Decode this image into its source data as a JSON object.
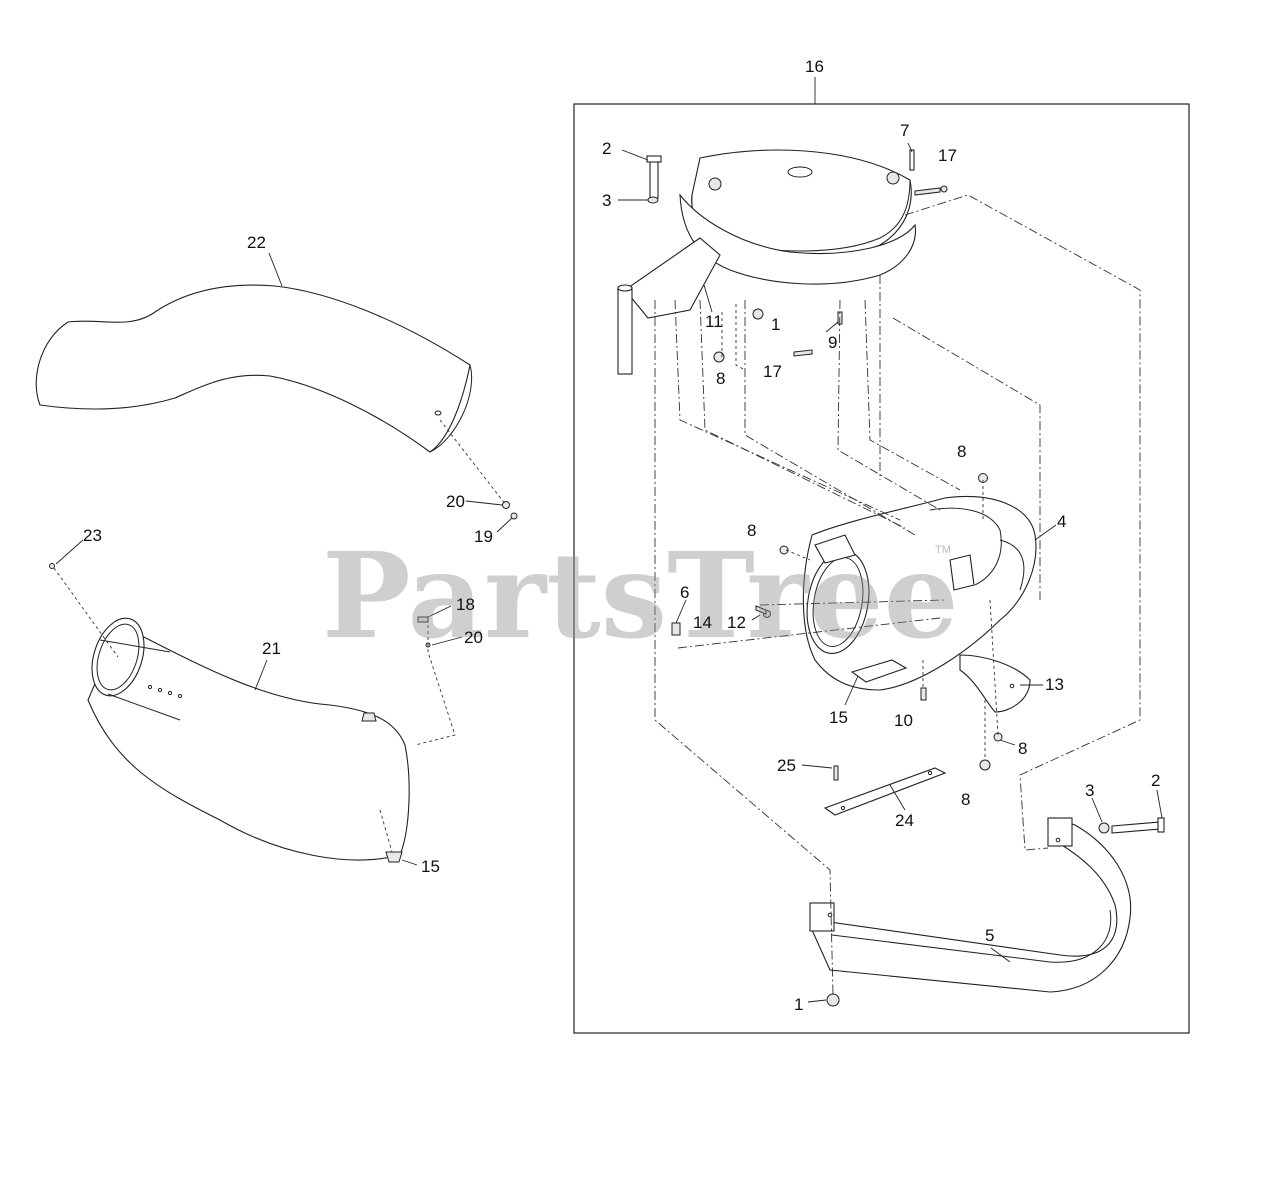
{
  "watermark": {
    "text": "PartsTree",
    "tm": "TM"
  },
  "colors": {
    "line": "#222222",
    "background": "#ffffff",
    "watermark": "#8c8c8c"
  },
  "callouts": {
    "c16": "16",
    "c2a": "2",
    "c7": "7",
    "c17a": "17",
    "c3a": "3",
    "c11": "11",
    "c1a": "1",
    "c9": "9",
    "c17b": "17",
    "c8a": "8",
    "c22": "22",
    "c20a": "20",
    "c19": "19",
    "c8b": "8",
    "c4": "4",
    "c8c": "8",
    "c23": "23",
    "c18": "18",
    "c20b": "20",
    "c21": "21",
    "c6": "6",
    "c14": "14",
    "c12": "12",
    "c13": "13",
    "c15a": "15",
    "c10": "10",
    "c8d": "8",
    "c8e": "8",
    "c25": "25",
    "c24": "24",
    "c3b": "3",
    "c2b": "2",
    "c15b": "15",
    "c5": "5",
    "c1b": "1"
  }
}
